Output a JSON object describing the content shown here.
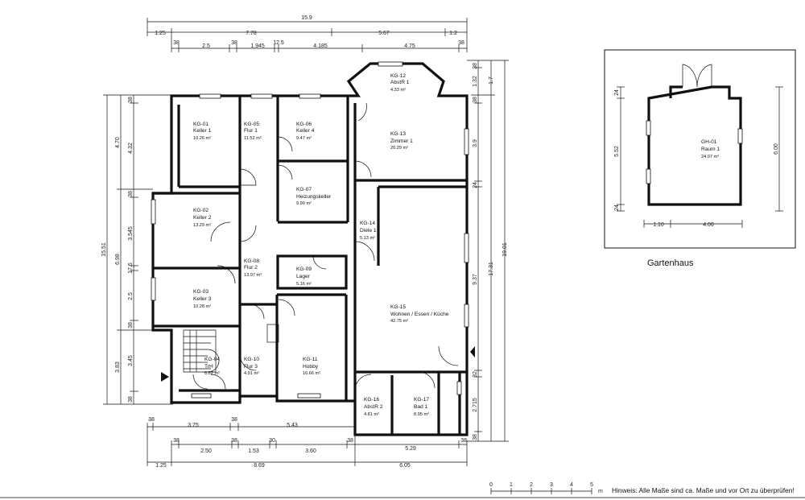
{
  "main_plan": {
    "top_dims": {
      "overall": "15.9",
      "row2": [
        "1.25",
        "7.78",
        "5.67",
        "1.2"
      ],
      "row3": [
        "38",
        "2.5",
        "38",
        "1.945",
        "12.5",
        "4.185",
        "4.75",
        "38"
      ]
    },
    "left_dims": {
      "overall": "15.51",
      "mid": [
        "4.70",
        "6.98",
        "3.83"
      ],
      "inner": [
        "38",
        "4.32",
        "38",
        "3.545",
        "17.5",
        "2.5",
        "38",
        "3.45",
        "38"
      ]
    },
    "right_dims": {
      "overall": "19.01",
      "mid": [
        "1.7",
        "17.31"
      ],
      "inner": [
        "38",
        "1.32",
        "38",
        "3.9",
        "24",
        "9.37",
        "32",
        "2.715",
        "38"
      ]
    },
    "bottom_dims": {
      "row1": [
        "38",
        "3.75",
        "38",
        "5.43"
      ],
      "row2": [
        "38",
        "2.50",
        "38",
        "1.53",
        "30",
        "3.60",
        "38",
        "5.29",
        "38"
      ],
      "row3": [
        "1.25",
        "8.69",
        "6.05"
      ]
    },
    "rooms": [
      {
        "id": "KG-01",
        "name": "Keller 1",
        "area": "10.26 m²"
      },
      {
        "id": "KG-05",
        "name": "Flur 1",
        "area": "11.52 m²"
      },
      {
        "id": "KG-06",
        "name": "Keller 4",
        "area": "9.47 m²"
      },
      {
        "id": "KG-12",
        "name": "AbstR 1",
        "area": "4.33 m²"
      },
      {
        "id": "KG-13",
        "name": "Zimmer 1",
        "area": "20.29 m²"
      },
      {
        "id": "KG-07",
        "name": "Heizungskeller",
        "area": "9.99 m²"
      },
      {
        "id": "KG-02",
        "name": "Keller 2",
        "area": "13.29 m²"
      },
      {
        "id": "KG-14",
        "name": "Diele 1",
        "area": "5.13 m²"
      },
      {
        "id": "KG-08",
        "name": "Flur 2",
        "area": "13.97 m²"
      },
      {
        "id": "KG-09",
        "name": "Lager",
        "area": "5.16 m²"
      },
      {
        "id": "KG-03",
        "name": "Keller 3",
        "area": "10.28 m²"
      },
      {
        "id": "KG-15",
        "name": "Wohnen / Essen / Küche",
        "area": "42.75 m²"
      },
      {
        "id": "KG-04",
        "name": "TrH",
        "area": "8.62 m²"
      },
      {
        "id": "KG-10",
        "name": "Flur 3",
        "area": "4.91 m²"
      },
      {
        "id": "KG-11",
        "name": "Hobby",
        "area": "16.66 m²"
      },
      {
        "id": "KG-16",
        "name": "AbstR 2",
        "area": "4.81 m²"
      },
      {
        "id": "KG-17",
        "name": "Bad 1",
        "area": "8.95 m²"
      }
    ]
  },
  "garden_house": {
    "caption": "Gartenhaus",
    "room": {
      "id": "GH-01",
      "name": "Raum 1",
      "area": "24.97 m²"
    },
    "dims": {
      "top": "24",
      "left": "5.52",
      "bottom_small": "24",
      "right": "6.00",
      "bottom_a": "1.10",
      "bottom_b": "4.00"
    }
  },
  "scale": {
    "ticks": [
      "0",
      "1",
      "2",
      "3",
      "4",
      "5"
    ],
    "unit": "m"
  },
  "note": "Hinweis: Alle Maße sind ca. Maße und vor Ort zu überprüfen!"
}
